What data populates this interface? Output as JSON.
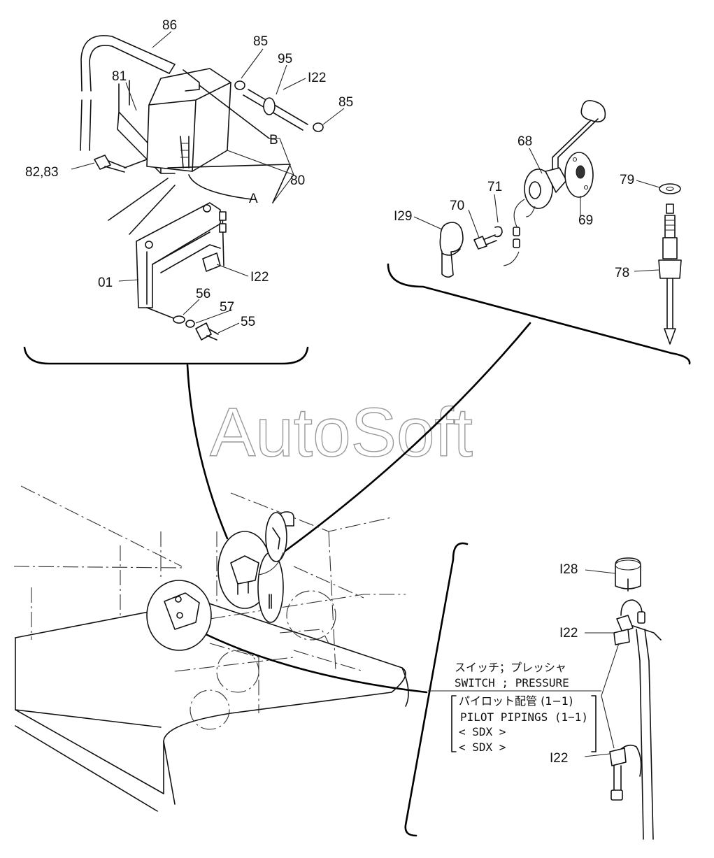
{
  "watermark": "AutoSoft",
  "labels": {
    "p86": "86",
    "p85a": "85",
    "p95": "95",
    "p122a": "I22",
    "p85b": "85",
    "p81": "81",
    "pB": "B",
    "p8283": "82,83",
    "p80": "80",
    "pA": "A",
    "p01": "01",
    "p122b": "I22",
    "p56": "56",
    "p57": "57",
    "p55": "55",
    "p68": "68",
    "p71": "71",
    "p70": "70",
    "p129": "I29",
    "p69": "69",
    "p79": "79",
    "p78": "78",
    "p128": "I28",
    "p122c": "I22",
    "p122d": "I22"
  },
  "legend": {
    "jp_title": "スイッチ；プレッシャ",
    "en_title": "SWITCH ; PRESSURE",
    "jp_ref": "パイロット配管 (1−1)",
    "en_ref": "PILOT  PIPINGS (1−1)",
    "model1": "< SDX >",
    "model2": "< SDX >"
  }
}
